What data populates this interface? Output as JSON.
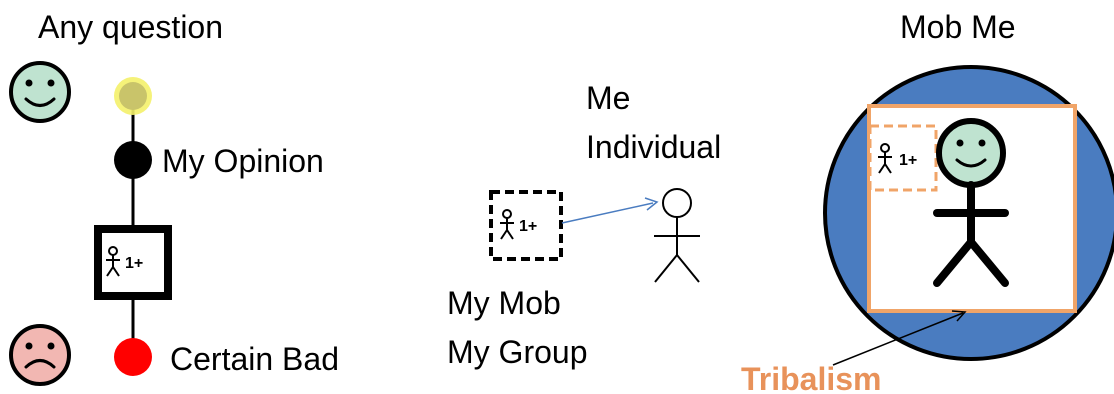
{
  "left_panel": {
    "title": "Any question",
    "opinion_label": "My Opinion",
    "group_badge": "1+",
    "bad_label": "Certain Bad"
  },
  "middle_panel": {
    "me_label": "Me",
    "individual_label": "Individual",
    "group_badge": "1+",
    "mob_label": "My Mob",
    "group_label": "My Group"
  },
  "right_panel": {
    "title": "Mob Me",
    "group_badge": "1+",
    "tribalism_label": "Tribalism"
  },
  "colors": {
    "happy_face": "#bfe3d0",
    "sad_face": "#f2b7b2",
    "question_dot": "#c9c46a",
    "question_glow": "#f4f16a",
    "opinion_dot": "#000000",
    "bad_dot": "#ff0000",
    "circle_fill": "#4a7cc0",
    "circle_stroke": "#000000",
    "tribal_orange": "#f0a468",
    "tribalism_text": "#e8925a",
    "arrow_blue": "#4a7cc0"
  }
}
